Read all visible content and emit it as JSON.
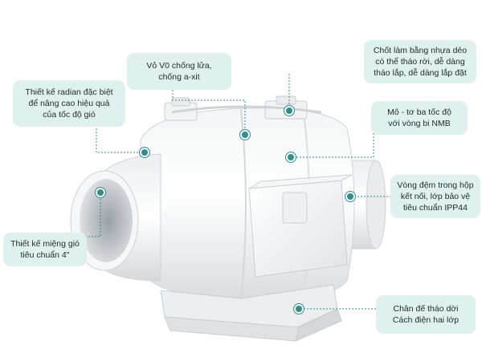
{
  "accent_color": "#2f8e8a",
  "callout_bg": "#dff1ef",
  "product": "inline-duct-fan-image",
  "callouts": {
    "radian": {
      "lines": [
        "Thiết kế radian đặc biệt",
        "để nâng cao hiệu quả",
        "của tốc độ gió"
      ]
    },
    "housing": {
      "lines": [
        "Vỏ V0 chống lửa,",
        "chống a-xit"
      ]
    },
    "clip": {
      "lines": [
        "Chốt làm bằng nhựa dẻo",
        "có thể tháo rời, dễ dàng",
        "tháo lắp, dễ dàng lắp đặt"
      ]
    },
    "motor": {
      "lines": [
        "Mô - tơ ba tốc độ",
        "với vòng bi NMB"
      ]
    },
    "gasket": {
      "lines": [
        "Vòng đệm trong hộp",
        "kết nối, lớp bảo vệ",
        "tiêu chuẩn IPP44"
      ]
    },
    "mouth": {
      "lines": [
        "Thiết kế miệng gió",
        "tiêu chuẩn 4\""
      ]
    },
    "base": {
      "lines": [
        "Chân đế tháo dời",
        "Cách điện hai lớp"
      ]
    }
  }
}
